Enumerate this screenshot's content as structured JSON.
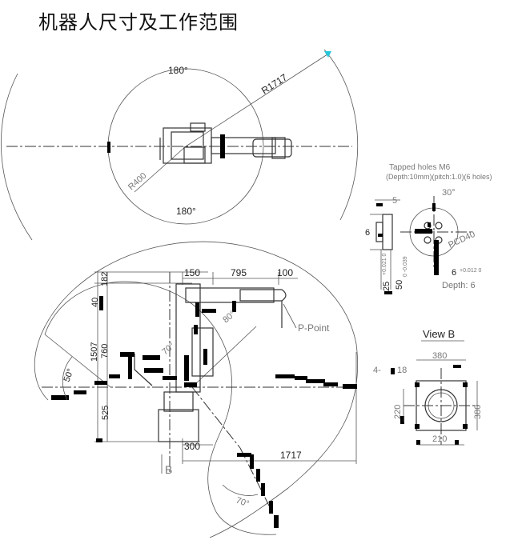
{
  "title": "机器人尺寸及工作范围",
  "top_view": {
    "angle_top": "180°",
    "angle_bottom": "180°",
    "reach_radius": "R1717",
    "inner_radius": "R400"
  },
  "side_view": {
    "dims_top": [
      "150",
      "795",
      "100"
    ],
    "dims_left": [
      "525",
      "1507",
      "760",
      "182",
      "40"
    ],
    "dim_300": "300",
    "dim_1717": "1717",
    "angle_80": "80°",
    "angle_70_upper": "70°",
    "angle_70_lower": "70°",
    "angle_50": "50°",
    "p_point": "P-Point",
    "section_b": "B"
  },
  "flange_detail": {
    "tapped_holes": "Tapped holes M6",
    "depth_pitch": "(Depth:10mm)(pitch:1.0)(6 holes)",
    "angle_30": "30°",
    "dim_5": "5",
    "dim_6": "6",
    "pcd": "PCD40",
    "dim_25": "25",
    "dim_25_tol": "+0.021 0",
    "dim_50": "50",
    "dim_50_tol": "0 -0.039",
    "dim_6b": "6",
    "dim_6b_tol": "+0.012 0",
    "depth_6": "Depth: 6"
  },
  "view_b": {
    "title": "View  B",
    "holes": "4-",
    "hole_dia": "18",
    "width_top": "380",
    "width_right": "380",
    "height_left": "220",
    "width_bottom": "210"
  }
}
